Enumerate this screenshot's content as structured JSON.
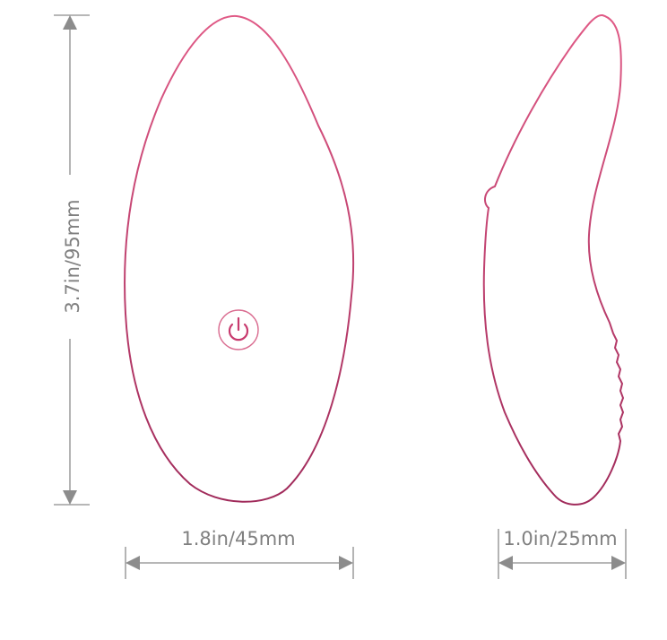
{
  "dimensions": {
    "height_label": "3.7in/95mm",
    "front_width_label": "1.8in/45mm",
    "side_width_label": "1.0in/25mm"
  },
  "icons": {
    "power": "power-icon"
  },
  "colors": {
    "outline_top": "#e05a86",
    "outline_bottom": "#a02a5a",
    "dimension_line": "#8c8c8c",
    "label_text": "#808080"
  }
}
